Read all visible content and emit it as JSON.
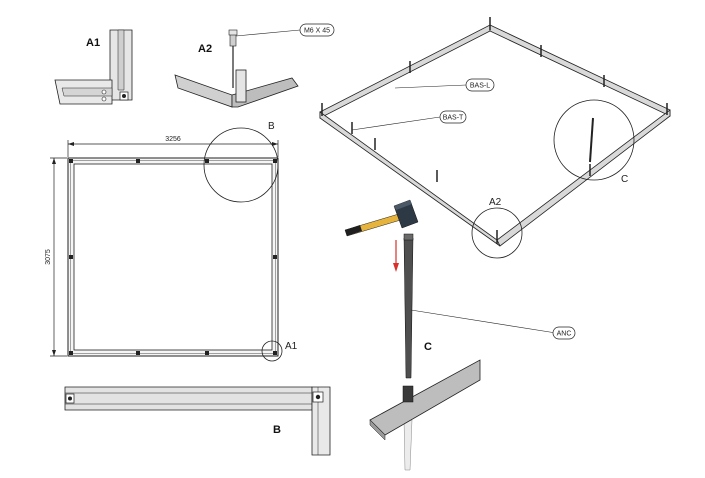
{
  "labels": {
    "a1_top": "A1",
    "a2_top": "A2",
    "a1_frame": "A1",
    "a2_iso": "A2",
    "b_frame": "B",
    "b_section": "B",
    "c_iso": "C",
    "c_anchor": "C"
  },
  "callouts": {
    "bolt": "M6 X 45",
    "bas_l": "BAS-L",
    "bas_t": "BAS-T",
    "anc": "ANC"
  },
  "dimensions": {
    "width": "3256",
    "height": "3075"
  },
  "colors": {
    "hammer_handle": "#e6b33c",
    "hammer_head": "#2d3a46",
    "arrow": "#d9302c",
    "steel": "#d9d9d9",
    "outline": "#222222"
  },
  "icons": {
    "hammer": "hammer-icon",
    "arrow": "down-arrow-icon"
  }
}
